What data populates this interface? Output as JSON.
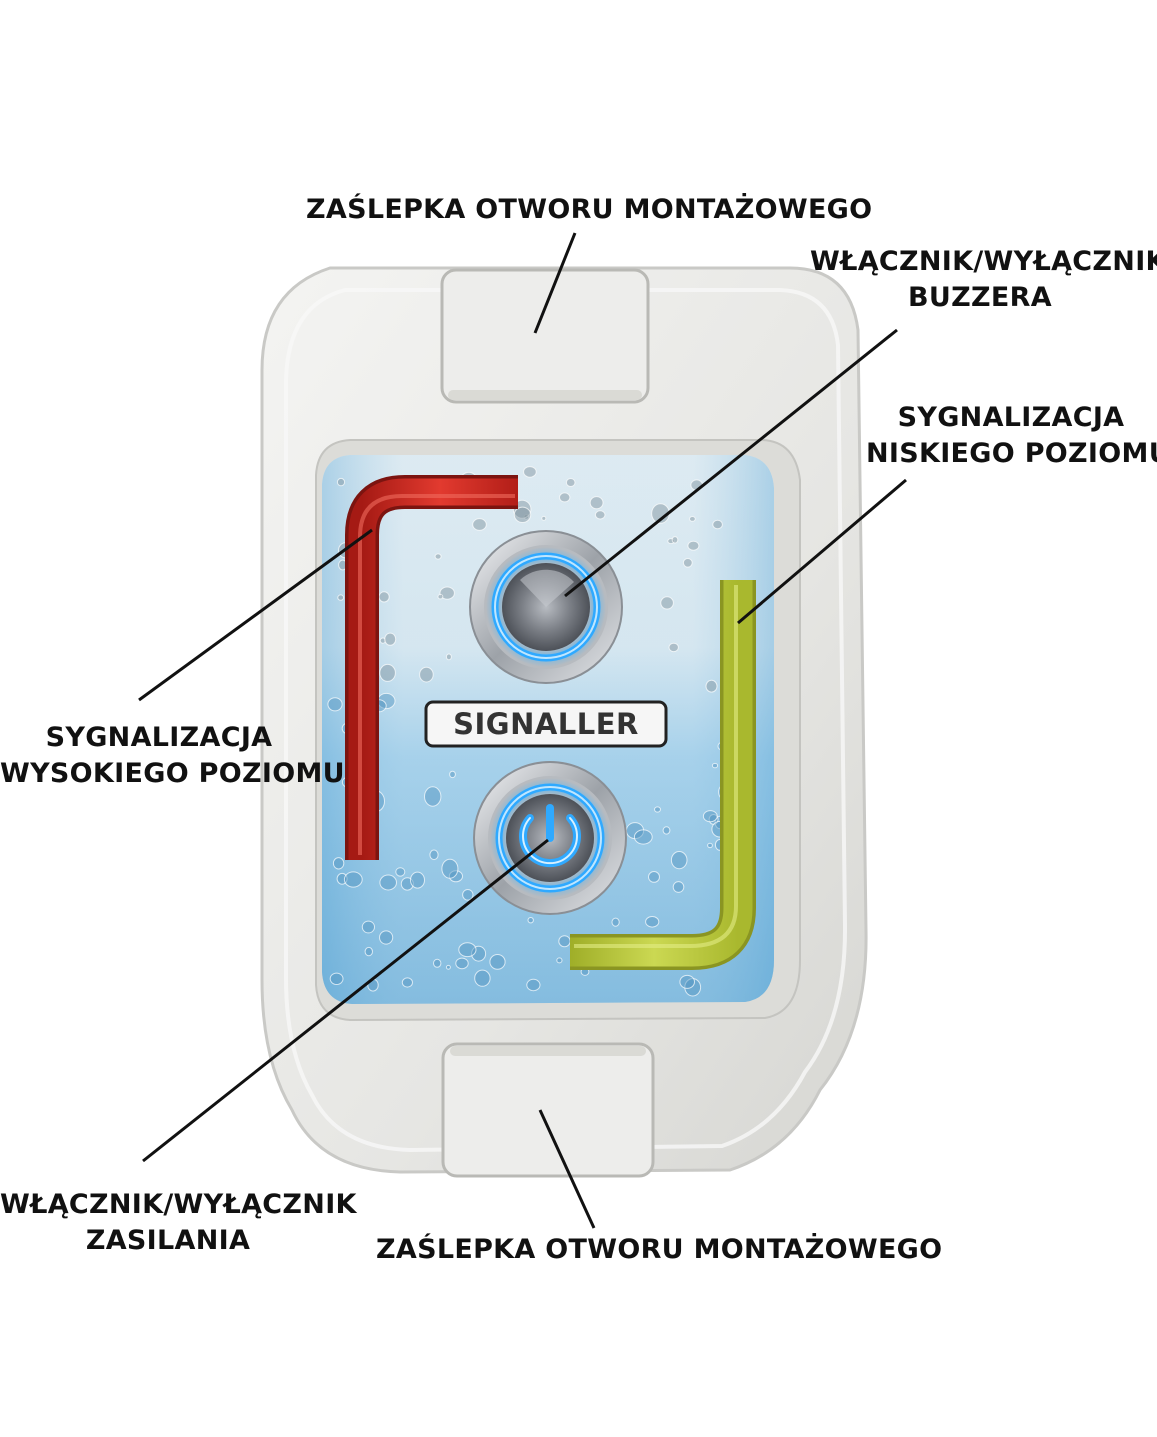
{
  "device": {
    "brand": "SIGNALLER"
  },
  "labels": {
    "top_cap": "ZAŚLEPKA OTWORU MONTAŻOWEGO",
    "buzzer_line1": "WŁĄCZNIK/WYŁĄCZNIK",
    "buzzer_line2": "BUZZERA",
    "low_line1": "SYGNALIZACJA",
    "low_line2": "NISKIEGO POZIOMU",
    "high_line1": "SYGNALIZACJA",
    "high_line2": "WYSOKIEGO POZIOMU",
    "power_line1": "WŁĄCZNIK/WYŁĄCZNIK",
    "power_line2": "ZASILANIA",
    "bottom_cap": "ZAŚLEPKA OTWORU MONTAŻOWEGO"
  },
  "colors": {
    "housing": "#ebebea",
    "housing_edge": "#c9c9c6",
    "panel_blue": "#8cc4e3",
    "panel_light": "#f1f4f4",
    "high_level_red": "#d62a22",
    "low_level_yellow": "#bccb3c",
    "button_ring_blue": "#2fa9ff",
    "leader_line": "#111111"
  },
  "icons": {
    "buzzer_button": "metal-push-button-icon",
    "power_button": "power-icon"
  }
}
